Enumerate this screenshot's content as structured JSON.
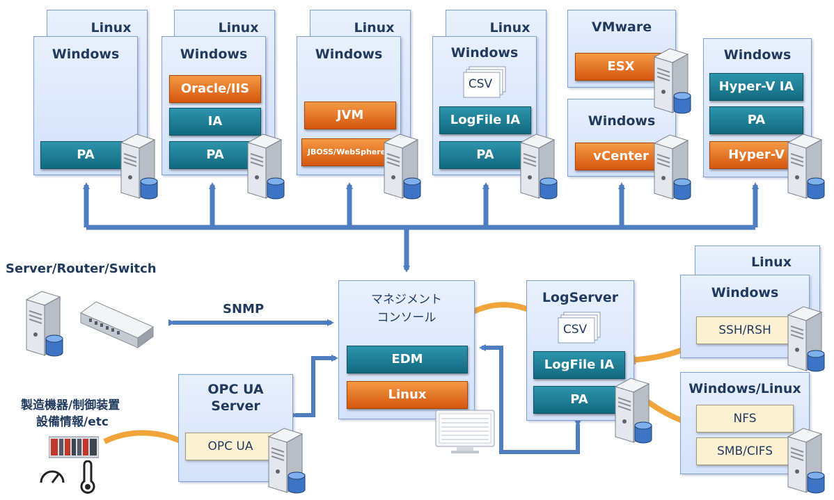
{
  "hosts": {
    "h1": {
      "back": "Linux",
      "front": "Windows",
      "items": [
        "PA"
      ]
    },
    "h2": {
      "back": "Linux",
      "front": "Windows",
      "items": [
        "Oracle/IIS",
        "IA",
        "PA"
      ]
    },
    "h3": {
      "back": "Linux",
      "front": "Windows",
      "items": [
        "JVM",
        "JBOSS/WebSphere"
      ]
    },
    "h4": {
      "back": "Linux",
      "front": "Windows",
      "file": "CSV",
      "items": [
        "LogFile IA",
        "PA"
      ]
    },
    "h5": {
      "title": "VMware",
      "items": [
        "ESX"
      ]
    },
    "h6": {
      "title": "Windows",
      "items": [
        "vCenter"
      ]
    },
    "h7": {
      "title": "Windows",
      "items": [
        "Hyper-V IA",
        "PA",
        "Hyper-V"
      ]
    }
  },
  "network": {
    "title": "Server/Router/Switch",
    "protocol": "SNMP"
  },
  "management": {
    "title_line1": "マネジメント",
    "title_line2": "コンソール",
    "items": [
      "EDM",
      "Linux"
    ]
  },
  "logserver": {
    "title": "LogServer",
    "file": "CSV",
    "items": [
      "LogFile IA",
      "PA"
    ]
  },
  "remote1": {
    "back": "Linux",
    "front": "Windows",
    "item": "SSH/RSH"
  },
  "remote2": {
    "title": "Windows/Linux",
    "items": [
      "NFS",
      "SMB/CIFS"
    ]
  },
  "opc": {
    "title_line1": "OPC UA",
    "title_line2": "Server",
    "item": "OPC UA"
  },
  "devices": {
    "line1": "製造機器/制御装置",
    "line2": "設備情報/etc"
  },
  "colors": {
    "box_fill": "#dbe6fb",
    "box_border": "#7fa0d4",
    "teal": "#1a7c93",
    "orange": "#e8711c",
    "arrow_blue": "#4f7ec0",
    "arrow_orange": "#f0a030",
    "title_text": "#1f3a5c"
  }
}
